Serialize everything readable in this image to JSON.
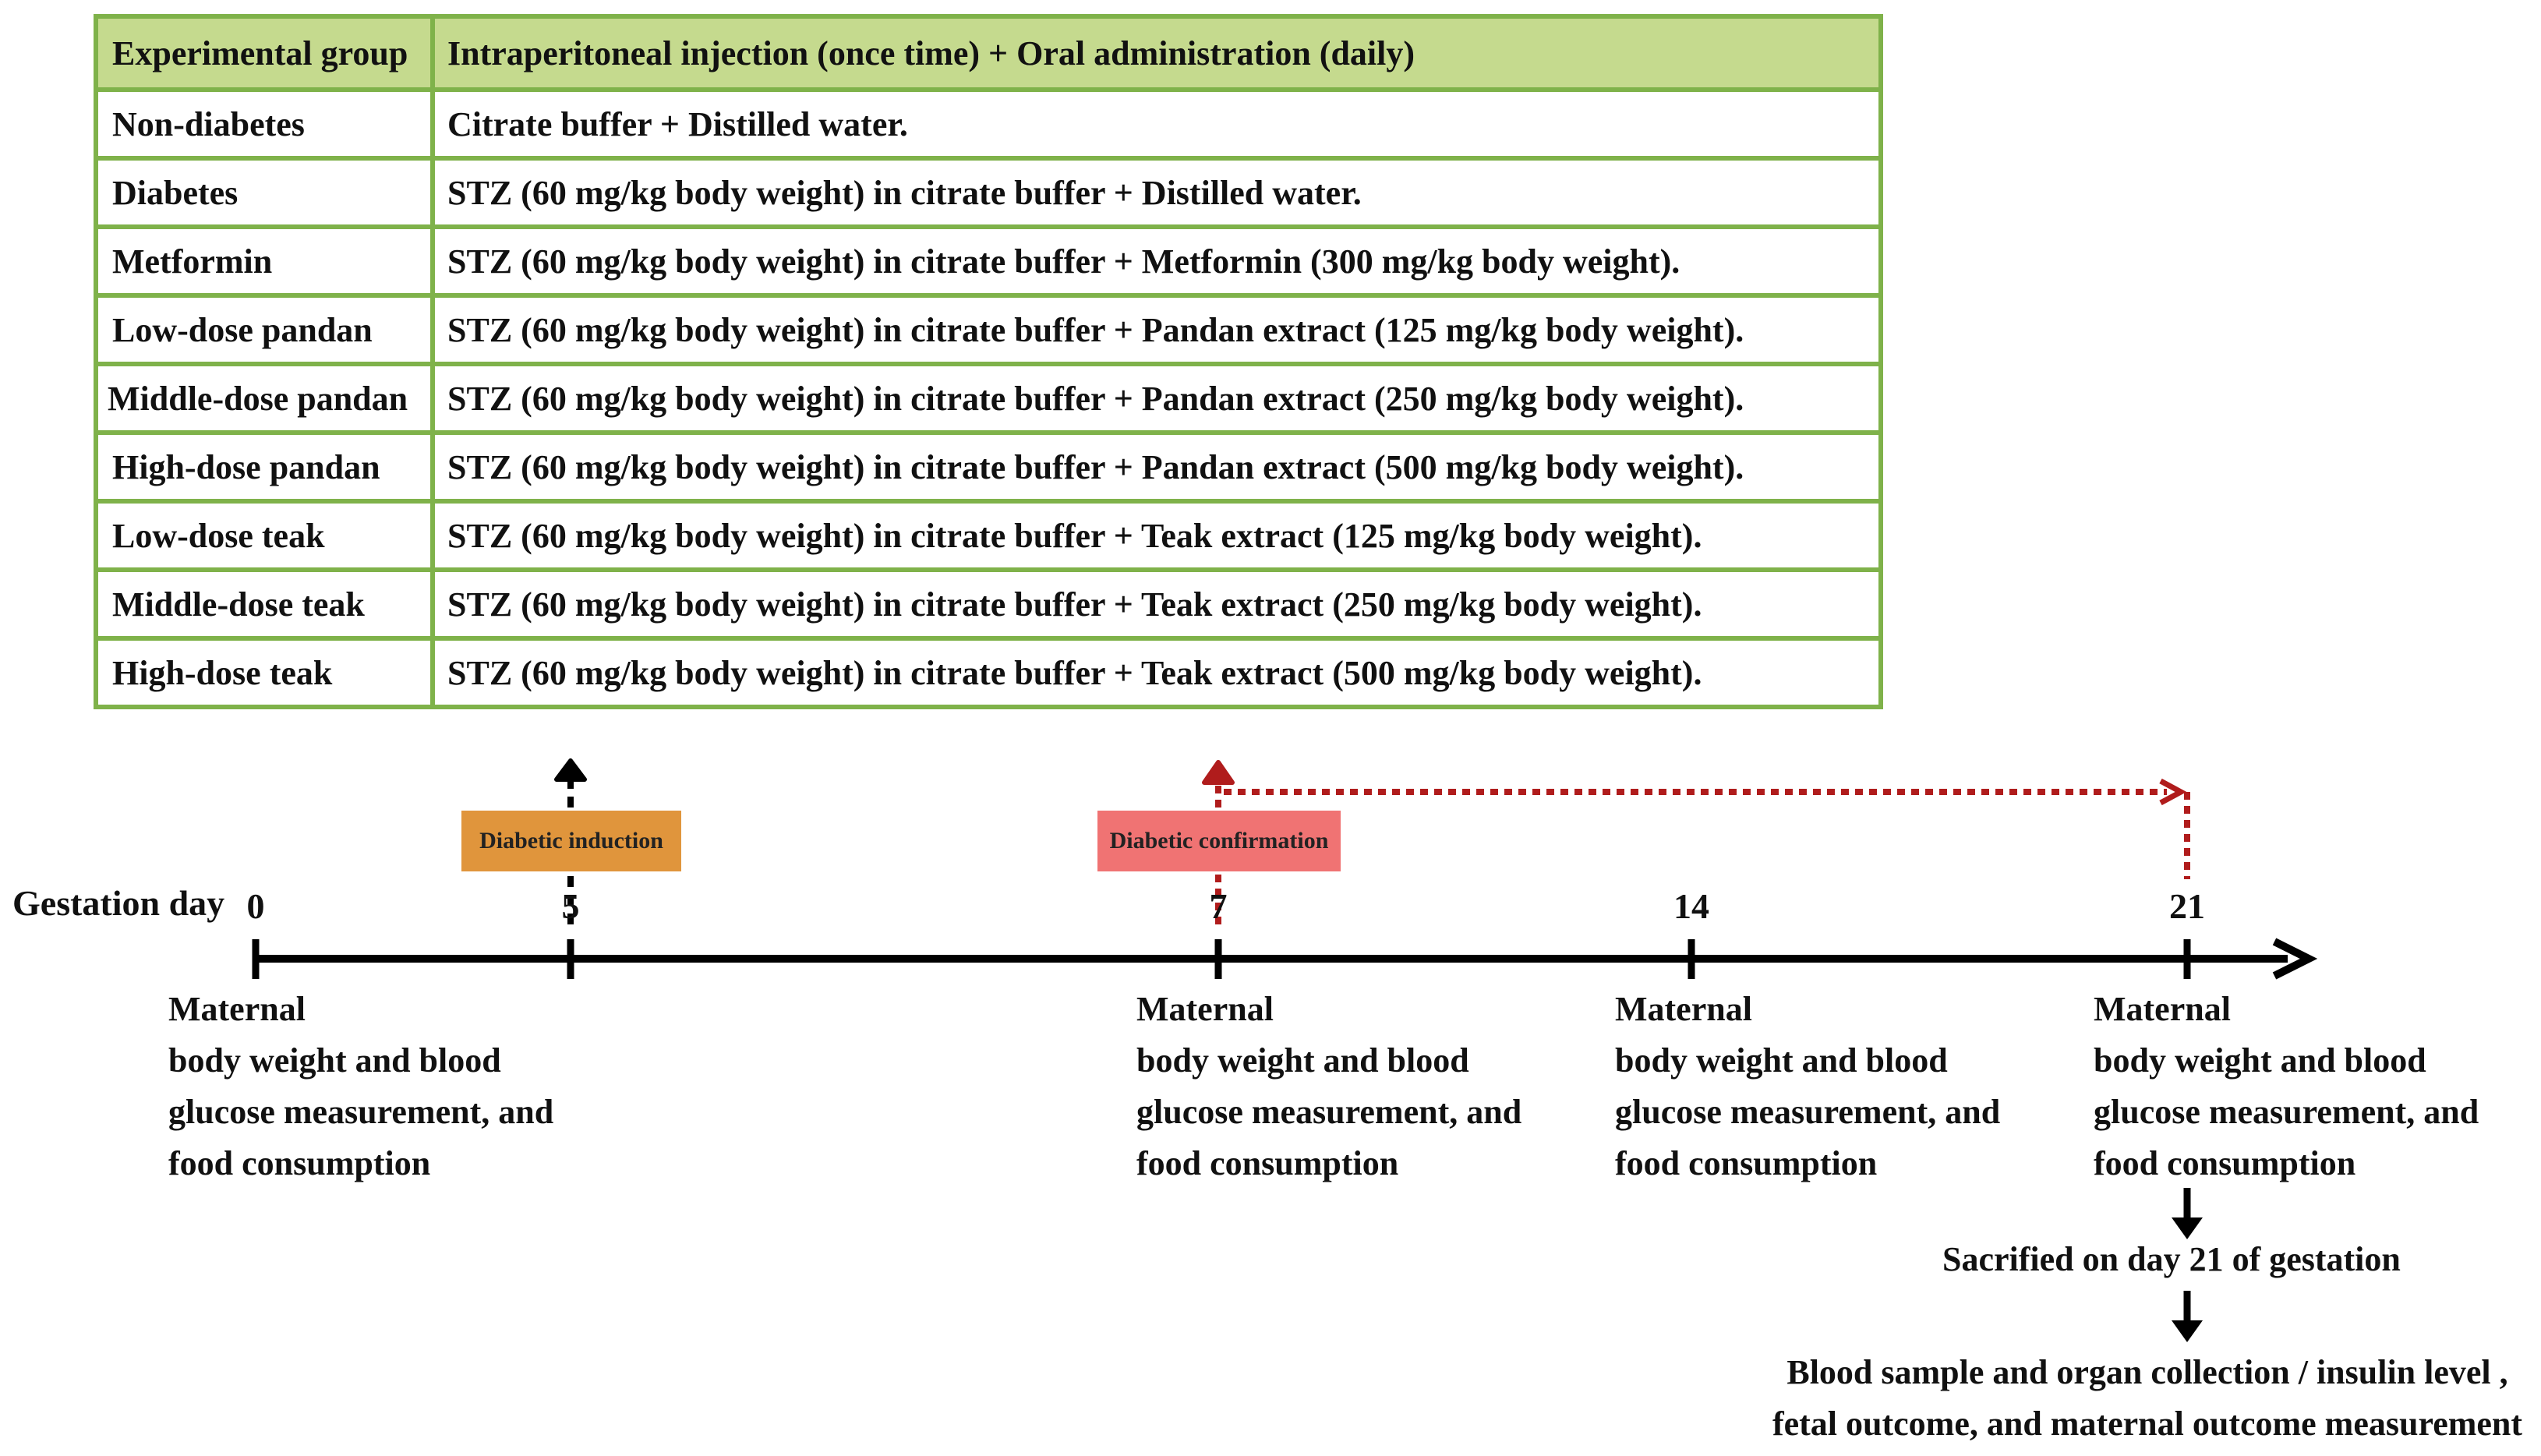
{
  "table": {
    "header": {
      "group": "Experimental group",
      "treatment": "Intraperitoneal injection (once time) + Oral administration (daily)"
    },
    "rows": [
      {
        "group": "Non-diabetes",
        "treatment": "Citrate buffer + Distilled water."
      },
      {
        "group": "Diabetes",
        "treatment": "STZ (60 mg/kg body weight) in citrate buffer + Distilled water."
      },
      {
        "group": "Metformin",
        "treatment": "STZ (60 mg/kg body weight) in citrate buffer + Metformin (300 mg/kg body weight)."
      },
      {
        "group": "Low-dose pandan",
        "treatment": "STZ (60 mg/kg body weight) in citrate buffer + Pandan extract (125 mg/kg body weight)."
      },
      {
        "group": "Middle-dose pandan",
        "treatment": "STZ (60 mg/kg body weight) in citrate buffer + Pandan extract (250 mg/kg body weight)."
      },
      {
        "group": "High-dose pandan",
        "treatment": "STZ (60 mg/kg body weight) in citrate buffer + Pandan extract (500 mg/kg body weight)."
      },
      {
        "group": "Low-dose teak",
        "treatment": "STZ (60 mg/kg body weight) in citrate buffer + Teak extract (125 mg/kg body weight)."
      },
      {
        "group": "Middle-dose teak",
        "treatment": "STZ (60 mg/kg body weight) in citrate buffer + Teak extract (250 mg/kg body weight)."
      },
      {
        "group": "High-dose teak",
        "treatment": "STZ (60 mg/kg body weight) in citrate buffer + Teak extract (500 mg/kg body weight)."
      }
    ]
  },
  "timeline": {
    "axis_label": "Gestation day",
    "days": [
      "0",
      "5",
      "7",
      "14",
      "21"
    ],
    "events": {
      "induction": "Diabetic induction",
      "confirmation": "Diabetic confirmation"
    },
    "measurement": {
      "line1": "Maternal",
      "line2": "body weight and blood",
      "line3": "glucose measurement, and",
      "line4": "food consumption"
    },
    "sacrificed": "Sacrified on day 21 of gestation",
    "collection": {
      "line1": "Blood sample and organ collection / insulin level ,",
      "line2": "fetal outcome, and maternal outcome measurement"
    }
  },
  "colors": {
    "table_border": "#7fb24a",
    "header_fill": "#c5da8e",
    "induction_box": "#e0953c",
    "confirmation_box": "#f07373",
    "confirmation_arrow": "#b01c1c"
  }
}
